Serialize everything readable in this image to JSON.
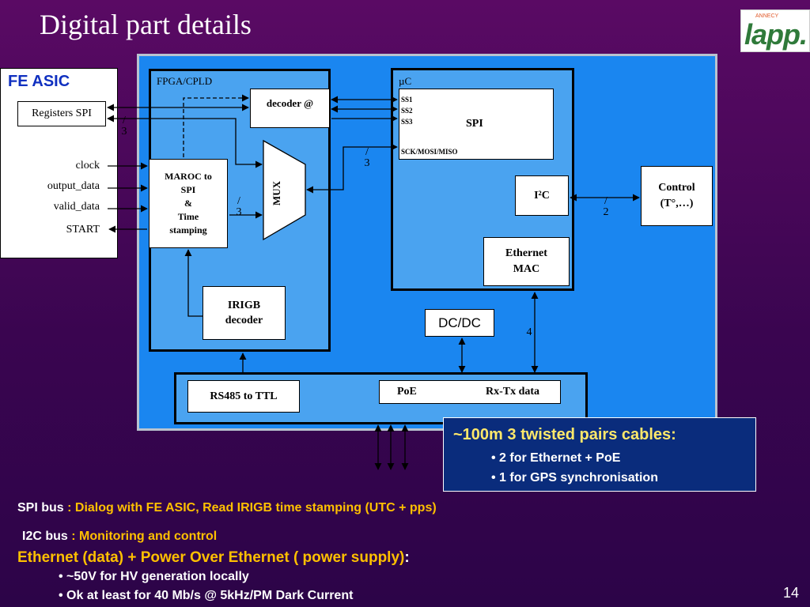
{
  "title": "Digital part details",
  "logo": {
    "small_text": "ANNECY",
    "word": "lapp."
  },
  "fe_asic": {
    "title": "FE ASIC",
    "registers": "Registers SPI",
    "pins": [
      "clock",
      "output_data",
      "valid_data",
      "START"
    ]
  },
  "fpga": {
    "label": "FPGA/CPLD",
    "decoder": "decoder @",
    "mux": "MUX",
    "maroc": [
      "MAROC to",
      "SPI",
      "&",
      "Time",
      "stamping"
    ],
    "irigb": [
      "IRIGB",
      "decoder"
    ]
  },
  "uc": {
    "label": "µC",
    "spi": {
      "ss": [
        "SS1",
        "SS2",
        "SS3"
      ],
      "name": "SPI",
      "bus": "SCK/MOSI/MISO"
    },
    "i2c": "I²C",
    "ethernet": [
      "Ethernet",
      "MAC"
    ]
  },
  "control": [
    "Control",
    "(T°,…)"
  ],
  "dcdc": "DC/DC",
  "bottom": {
    "rs485": "RS485 to TTL",
    "poe": "PoE",
    "rxtx": "Rx-Tx data"
  },
  "bus_counts": {
    "regs": "3",
    "spi_bus": "3",
    "mux_in": "3",
    "i2c": "2",
    "eth": "4"
  },
  "info": {
    "heading": "~100m  3 twisted pairs cables:",
    "bullets": [
      "• 2 for Ethernet + PoE",
      "• 1 for GPS synchronisation"
    ]
  },
  "notes": {
    "spi_label": "SPI bus",
    "spi_text": " : Dialog with FE ASIC,  Read IRIGB time stamping  (UTC + pps)",
    "i2c_label": "I2C bus",
    "i2c_text": " : Monitoring and control",
    "eth_text": "Ethernet  (data) + Power Over Ethernet ( power supply)",
    "eth_colon": ":",
    "bullets": [
      "• ~50V for HV generation locally",
      "• Ok at least for 40 Mb/s @ 5kHz/PM Dark Current"
    ]
  },
  "page_number": "14",
  "colors": {
    "board": "#1a86f0",
    "inner": "#4aa3f0",
    "background": "#4a0a5e",
    "accent_text": "#ffc000",
    "info_box": "#0a2c7c"
  }
}
